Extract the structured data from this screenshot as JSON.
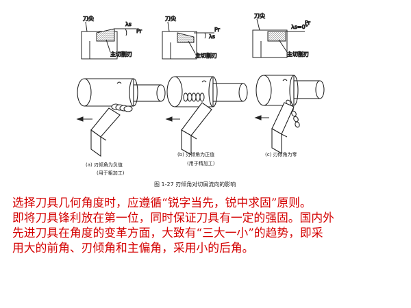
{
  "figure": {
    "panels": [
      {
        "tip_label": "刀尖",
        "angle_label": "λs",
        "ref_label": "Pr",
        "edge_label": "主切削刃",
        "caption_line1": "(a) 刃倾角为负值",
        "caption_line2": "(用于粗加工)"
      },
      {
        "tip_label": "刀尖",
        "angle_label": "λs",
        "ref_label": "Pr",
        "edge_label": "主切削刃",
        "caption_line1": "(b) 刃倾角为正值",
        "caption_line2": "(用于精加工)"
      },
      {
        "tip_label": "刀尖",
        "angle_label": "λs=0°",
        "ref_label": "Pr",
        "edge_label": "主切削刃",
        "caption_line1": "(c) 刃倾角为零",
        "caption_line2": ""
      }
    ],
    "figure_caption": "图 1-27    刃倾角对切屑流向的影响"
  },
  "text": {
    "line1": "选择刀具几何角度时，应遵循“锐字当先，锐中求固”原则。",
    "line2": "即将刀具锋利放在第一位，同时保证刀具有一定的强固。国内外",
    "line3": "先进刀具在角度的变革方面，大致有“三大一小”的趋势，即采",
    "line4": "用大的前角、刃倾角和主偏角，采用小的后角。"
  },
  "colors": {
    "body_text": "#d40000",
    "line_art": "#222222"
  }
}
